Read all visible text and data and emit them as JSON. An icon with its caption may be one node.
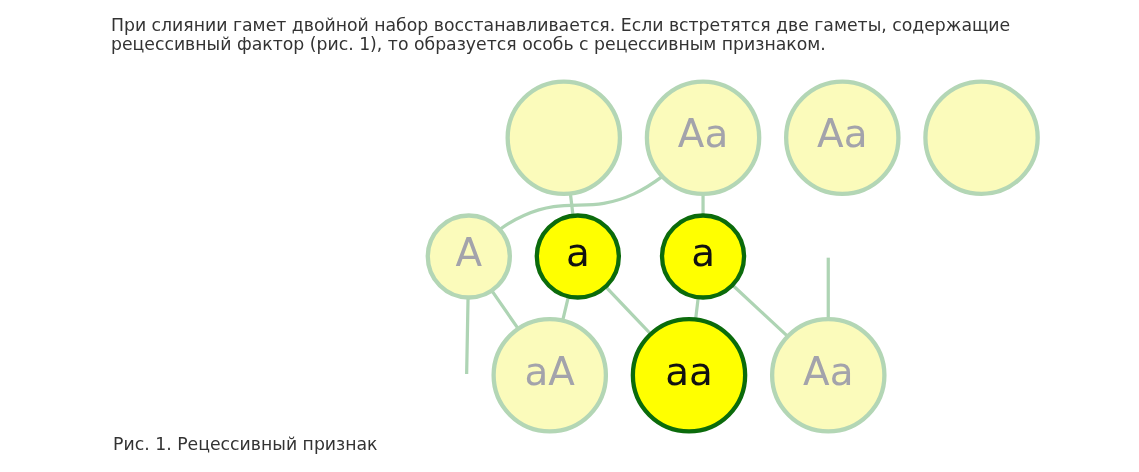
{
  "diagram": {
    "caption": "Рис. 1. Рецессивный признак",
    "nodes": [
      {
        "text": [],
        "shape": "circle"
      },
      {
        "text": [
          "Aa"
        ]
      },
      {
        "text": [
          "Aa"
        ]
      },
      {
        "text": [],
        "shape": "circle"
      },
      {
        "text": [
          "a"
        ]
      },
      {
        "text": [
          "A"
        ]
      },
      {
        "text": [
          "a"
        ]
      },
      {
        "text": [
          "Aa"
        ]
      },
      {
        "text": [
          "aA"
        ]
      },
      {
        "text": [
          "aa"
        ]
      }
    ],
    "edges": [
      {
        "from": 0,
        "to": 4,
        "arrow": "none"
      },
      {
        "from": 2,
        "to": 5,
        "arrow": "none"
      },
      {
        "from": 2,
        "to": 6,
        "arrow": "none"
      },
      {
        "from": 4,
        "to": 9,
        "arrow": "none"
      },
      {
        "from": 4,
        "to": 8,
        "arrow": "none"
      },
      {
        "from": 5,
        "to": null,
        "arrow": "none"
      },
      {
        "from": 5,
        "to": 8,
        "arrow": "none"
      },
      {
        "from": 6,
        "to": 7,
        "arrow": "none"
      },
      {
        "from": null,
        "to": 7,
        "arrow": "none"
      },
      {
        "from": 6,
        "to": 9,
        "arrow": "none"
      }
    ],
    "labels": [
      "При слиянии гамет двойной набор восстанавливается. Если встретятся две гаметы, содержащие рецессивный фактор (рис. 1), то образуется особь с рецессивным признаком."
    ]
  }
}
